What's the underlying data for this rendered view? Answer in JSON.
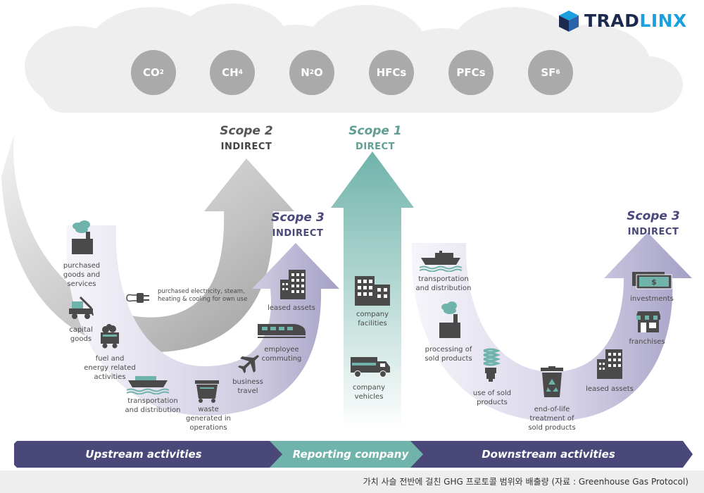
{
  "brand": {
    "logo_part1": "TRAD",
    "logo_part2": "LINX"
  },
  "gases": [
    {
      "main": "CO",
      "sub": "2"
    },
    {
      "main": "CH",
      "sub": "4"
    },
    {
      "main": "N",
      "sub": "2",
      "tail": "O"
    },
    {
      "main": "HFCs",
      "sub": ""
    },
    {
      "main": "PFCs",
      "sub": ""
    },
    {
      "main": "SF",
      "sub": "6"
    }
  ],
  "scopes": {
    "scope2": {
      "title": "Scope 2",
      "subtitle": "INDIRECT"
    },
    "scope1": {
      "title": "Scope 1",
      "subtitle": "DIRECT"
    },
    "scope3_up": {
      "title": "Scope 3",
      "subtitle": "INDIRECT"
    },
    "scope3_down": {
      "title": "Scope 3",
      "subtitle": "INDIRECT"
    }
  },
  "upstream": {
    "purchased_goods": "purchased\ngoods and\nservices",
    "capital_goods": "capital\ngoods",
    "fuel_energy": "fuel and\nenergy related\nactivities",
    "transport": "transportation\nand distribution",
    "waste": "waste\ngenerated in\noperations",
    "business_travel": "business\ntravel",
    "employee_commuting": "employee\ncommuting",
    "leased_assets": "leased assets",
    "purchased_electricity": "purchased electricity, steam,\nheating & cooling for own use"
  },
  "reporting": {
    "company_facilities": "company\nfacilities",
    "company_vehicles": "company\nvehicles"
  },
  "downstream": {
    "transport": "transportation\nand distribution",
    "processing": "processing of\nsold products",
    "use": "use of sold\nproducts",
    "end_of_life": "end-of-life\ntreatment of\nsold products",
    "leased_assets": "leased assets",
    "franchises": "franchises",
    "investments": "investments"
  },
  "bands": {
    "upstream": "Upstream activities",
    "reporting": "Reporting company",
    "downstream": "Downstream activities"
  },
  "caption": "가치 사슬 전반에 걸친 GHG 프로토콜 범위와 배출량 (자료 : Greenhouse Gas Protocol)",
  "colors": {
    "cloud": "#eeeeee",
    "gas_circle": "#aaaaaa",
    "scope1": "#6fb3aa",
    "scope2": "#8a8a8a",
    "scope3": "#4a4779",
    "icon_dark": "#4a4a4a",
    "icon_teal": "#5e9e93",
    "band_purple": "#4a4779",
    "band_teal": "#6fb3aa"
  }
}
